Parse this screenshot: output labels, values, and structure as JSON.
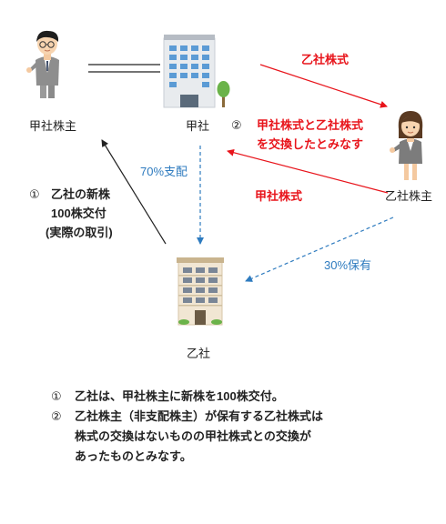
{
  "nodes": {
    "kou_shareholder": "甲社株主",
    "kou": "甲社",
    "otsu": "乙社",
    "otsu_shareholder": "乙社株主"
  },
  "arrows": {
    "otsu_shares_top": "乙社株式",
    "exchange_line1": "甲社株式と乙社株式",
    "exchange_line2": "を交換したとみなす",
    "kou_shares": "甲社株式",
    "control_70": "70%支配",
    "hold_30": "30%保有",
    "new_shares_line1": "乙社の新株",
    "new_shares_line2": "100株交付",
    "new_shares_line3": "(実際の取引)"
  },
  "markers": {
    "one": "①",
    "two": "②"
  },
  "notes": [
    {
      "num": "①",
      "lines": [
        "乙社は、甲社株主に新株を100株交付。"
      ]
    },
    {
      "num": "②",
      "lines": [
        "乙社株主（非支配株主）が保有する乙社株式は",
        "株式の交換はないものの甲社株式との交換が",
        "あったものとみなす。"
      ]
    }
  ],
  "colors": {
    "red": "#e8141b",
    "blue": "#2e7bbf",
    "black": "#222222"
  }
}
